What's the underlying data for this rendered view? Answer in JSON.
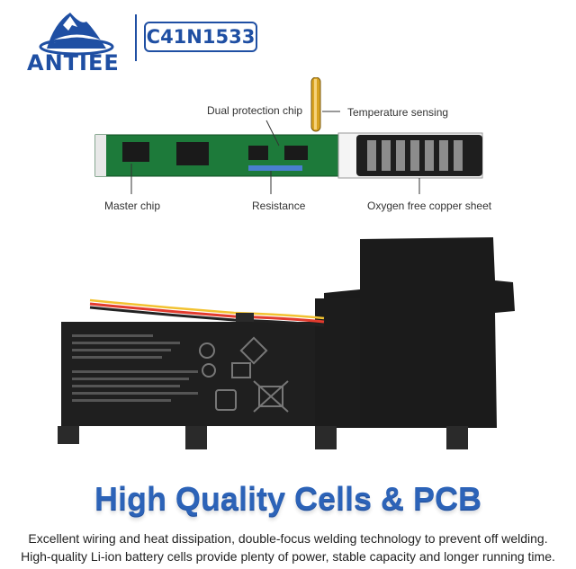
{
  "header": {
    "brand": "ANTIEE",
    "model": "C41N1533"
  },
  "pcb": {
    "callouts": {
      "dual_protection_chip": "Dual protection chip",
      "temperature_sensing": "Temperature sensing",
      "master_chip": "Master chip",
      "resistance": "Resistance",
      "oxygen_free_copper": "Oxygen free copper sheet"
    }
  },
  "headline": "High Quality Cells & PCB",
  "descriptions": [
    "Excellent wiring and heat dissipation, double-focus welding technology to prevent off welding.",
    "High-quality Li-ion battery cells provide plenty of power, stable capacity and longer running time."
  ],
  "colors": {
    "brand_blue": "#1f4fa3",
    "headline_blue": "#2c63b8",
    "pcb_green": "#1d7a3a",
    "battery_black": "#1b1b1b"
  }
}
